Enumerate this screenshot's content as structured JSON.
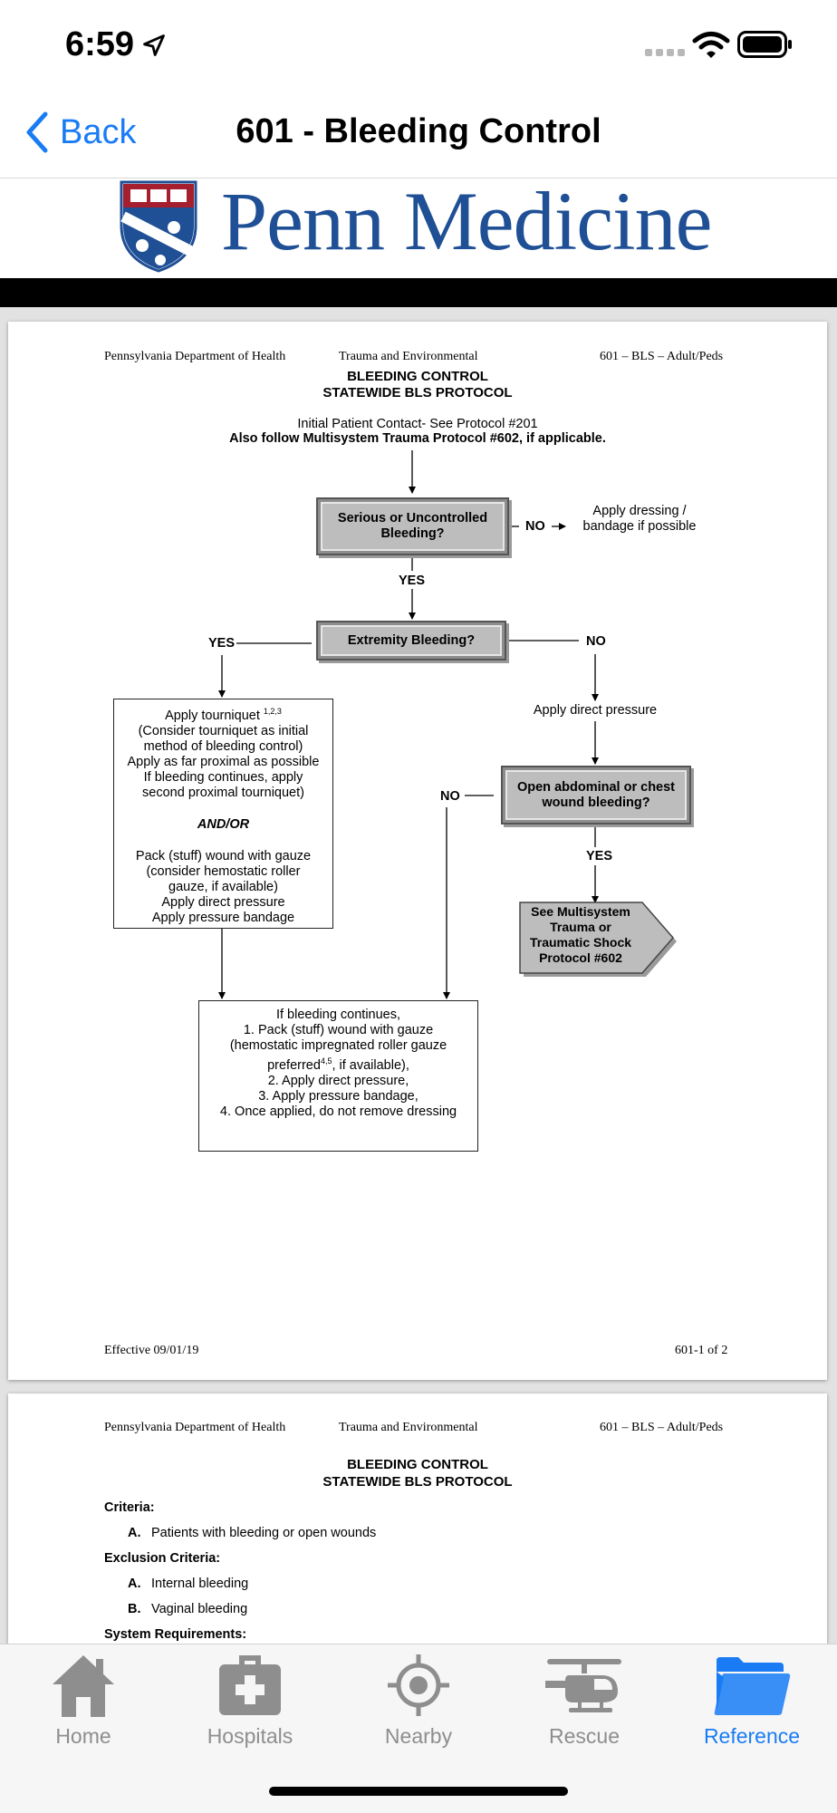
{
  "status": {
    "time": "6:59"
  },
  "nav": {
    "back_label": "Back",
    "title": "601 - Bleeding Control"
  },
  "logo": {
    "text": "Penn Medicine"
  },
  "page1": {
    "header_left": "Pennsylvania Department of Health",
    "header_center": "Trauma and Environmental",
    "header_right": "601 – BLS – Adult/Peds",
    "title1": "BLEEDING CONTROL",
    "title2": "STATEWIDE BLS PROTOCOL",
    "intro1": "Initial Patient Contact- See Protocol #201",
    "intro2": "Also follow Multisystem Trauma Protocol #602, if applicable.",
    "serious_q": "Serious or Uncontrolled Bleeding?",
    "no_label": "NO",
    "dressing": "Apply dressing / bandage if possible",
    "yes_label": "YES",
    "extremity_q": "Extremity Bleeding?",
    "tourniquet_lines": [
      "Apply tourniquet",
      "(Consider tourniquet as initial",
      "method of bleeding control)",
      "Apply as far proximal as possible",
      "If bleeding continues, apply",
      "second proximal tourniquet)"
    ],
    "tourniquet_sup": "1,2,3",
    "and_or": "AND/OR",
    "pack_lines": [
      "Pack (stuff) wound with gauze",
      "(consider hemostatic roller",
      "gauze, if available)",
      "Apply direct pressure",
      "Apply pressure bandage"
    ],
    "direct_pressure": "Apply direct pressure",
    "open_q": "Open abdominal or chest wound bleeding?",
    "see_multisystem": "See Multisystem Trauma or Traumatic Shock Protocol #602",
    "continues_lines": [
      "If bleeding continues,",
      "1. Pack (stuff) wound with gauze",
      "(hemostatic impregnated roller gauze",
      "preferred",
      ", if available),",
      "2. Apply direct pressure,",
      "3. Apply pressure bandage,",
      "4. Once applied, do not remove dressing"
    ],
    "continues_sup": "4,5",
    "footer_left": "Effective 09/01/19",
    "footer_right": "601-1 of 2"
  },
  "page2": {
    "header_left": "Pennsylvania Department of Health",
    "header_center": "Trauma and Environmental",
    "header_right": "601 – BLS – Adult/Peds",
    "title1": "BLEEDING CONTROL",
    "title2": "STATEWIDE BLS PROTOCOL",
    "criteria_label": "Criteria:",
    "criteria": [
      {
        "letter": "A.",
        "text": "Patients with bleeding or open wounds"
      }
    ],
    "exclusion_label": "Exclusion Criteria:",
    "exclusion": [
      {
        "letter": "A.",
        "text": "Internal bleeding"
      },
      {
        "letter": "B.",
        "text": "Vaginal bleeding"
      }
    ],
    "system_label": "System Requirements:"
  },
  "tabbar": {
    "tabs": [
      {
        "label": "Home",
        "icon": "house-icon",
        "active": false
      },
      {
        "label": "Hospitals",
        "icon": "first-aid-kit-icon",
        "active": false
      },
      {
        "label": "Nearby",
        "icon": "location-target-icon",
        "active": false
      },
      {
        "label": "Rescue",
        "icon": "helicopter-icon",
        "active": false
      },
      {
        "label": "Reference",
        "icon": "folder-icon",
        "active": true
      }
    ]
  },
  "colors": {
    "accent": "#1a7cf5",
    "inactive": "#8e8e8e",
    "penn_blue": "#1f4f95",
    "penn_red": "#a51f2f"
  }
}
